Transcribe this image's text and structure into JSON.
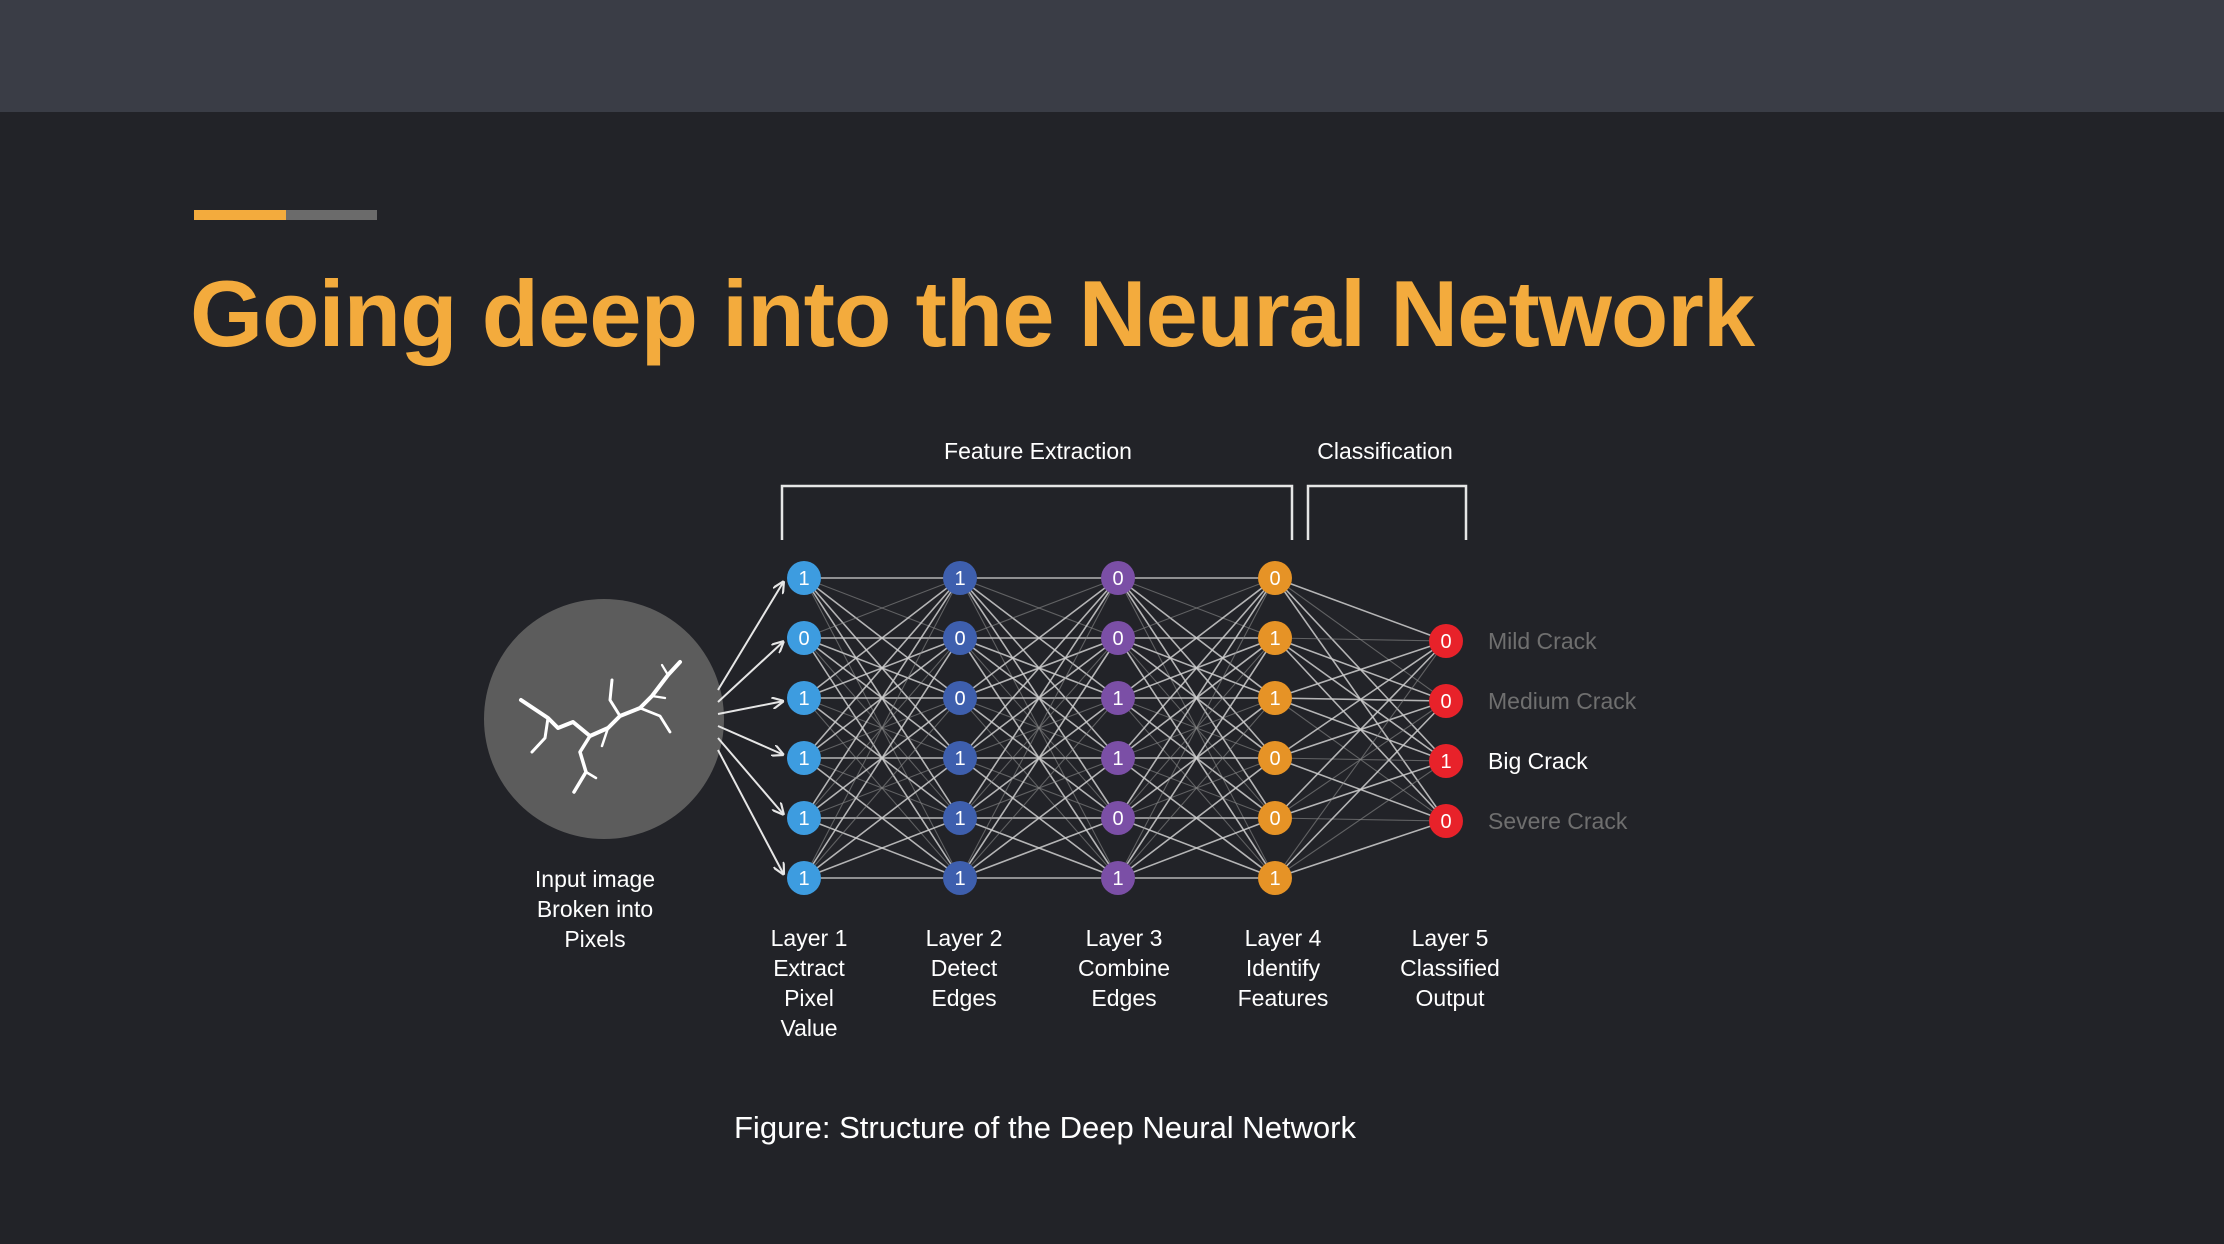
{
  "slide": {
    "title": "Going deep into the Neural Network",
    "caption": "Figure: Structure of the Deep Neural Network"
  },
  "colors": {
    "background": "#222328",
    "topbar": "#3a3d46",
    "accent_primary": "#f3ab3d",
    "accent_secondary": "#6b6b6b",
    "title": "#f3ab3d",
    "layer1": "#3d9ce0",
    "layer2": "#3e5fae",
    "layer3": "#7b4fa6",
    "layer4": "#e69326",
    "layer5": "#e8222a",
    "input_circle": "#5c5c5c"
  },
  "diagram": {
    "groups": [
      {
        "label": "Feature Extraction"
      },
      {
        "label": "Classification"
      }
    ],
    "input": {
      "label_lines": [
        "Input image",
        "Broken into",
        "Pixels"
      ],
      "icon": "crack-icon"
    },
    "layers": [
      {
        "values": [
          1,
          0,
          1,
          1,
          1,
          1
        ],
        "label_lines": [
          "Layer 1",
          "Extract",
          "Pixel",
          "Value"
        ]
      },
      {
        "values": [
          1,
          0,
          0,
          1,
          1,
          1
        ],
        "label_lines": [
          "Layer 2",
          "Detect",
          "Edges"
        ]
      },
      {
        "values": [
          0,
          0,
          1,
          1,
          0,
          1
        ],
        "label_lines": [
          "Layer 3",
          "Combine",
          "Edges"
        ]
      },
      {
        "values": [
          0,
          1,
          1,
          0,
          0,
          1
        ],
        "label_lines": [
          "Layer 4",
          "Identify",
          "Features"
        ]
      },
      {
        "values": [
          0,
          0,
          1,
          0
        ],
        "label_lines": [
          "Layer 5",
          "Classified",
          "Output"
        ]
      }
    ],
    "outputs": [
      {
        "label": "Mild Crack",
        "active": false
      },
      {
        "label": "Medium Crack",
        "active": false
      },
      {
        "label": "Big Crack",
        "active": true
      },
      {
        "label": "Severe Crack",
        "active": false
      }
    ]
  }
}
